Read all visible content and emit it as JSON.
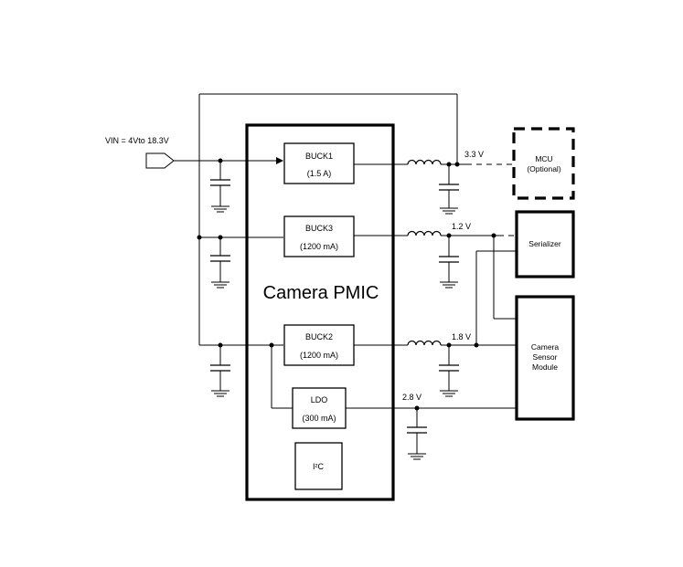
{
  "vin_label": "VIN = 4Vto 18.3V",
  "pmic_title": "Camera PMIC",
  "blocks": {
    "buck1": {
      "name": "BUCK1",
      "rating": "(1.5 A)"
    },
    "buck3": {
      "name": "BUCK3",
      "rating": "(1200 mA)"
    },
    "buck2": {
      "name": "BUCK2",
      "rating": "(1200 mA)"
    },
    "ldo": {
      "name": "LDO",
      "rating": "(300 mA)"
    },
    "i2c": {
      "name": "I²C"
    }
  },
  "rails": {
    "r33": "3.3 V",
    "r12": "1.2 V",
    "r18": "1.8 V",
    "r28": "2.8 V"
  },
  "loads": {
    "mcu": {
      "name": "MCU",
      "note": "(Optional)"
    },
    "serializer": {
      "name": "Serializer"
    },
    "camera": {
      "line1": "Camera",
      "line2": "Sensor",
      "line3": "Module"
    }
  }
}
